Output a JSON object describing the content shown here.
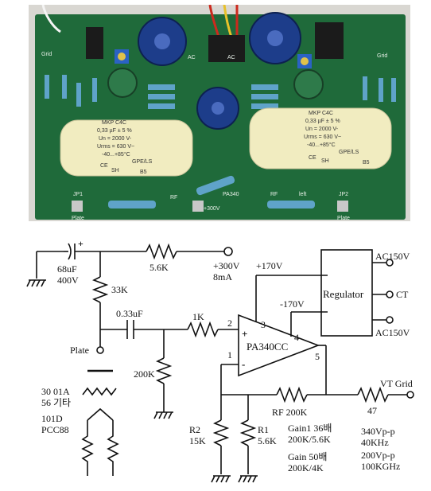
{
  "photo": {
    "silk": {
      "grid_left": "Grid",
      "grid_right": "Grid",
      "ac_left": "AC",
      "ac_right": "AC",
      "board_name": "PA340",
      "rf_left": "RF",
      "rf_right": "RF",
      "plate_left": "Plate",
      "plate_right": "Plate",
      "hv": "+300V",
      "left": "left",
      "jp1": "JP1",
      "jp2": "JP2"
    },
    "cap_left": {
      "l1": "MKP C4C",
      "l2": "0,33 µF ± 5 %",
      "l3": "Un = 2000 V-",
      "l4": "Urms = 630 V~",
      "l5": "-40...+85°C",
      "l6": "GPE/LS",
      "l7": "CE",
      "l8": "SH",
      "l9": "B5"
    },
    "cap_right": {
      "l1": "MKP C4C",
      "l2": "0,33 µF ± 5 %",
      "l3": "Un = 2000 V-",
      "l4": "Urms = 630 V~",
      "l5": "-40...+85°C",
      "l6": "GPE/LS",
      "l7": "CE",
      "l8": "SH",
      "l9": "B5"
    }
  },
  "schematic": {
    "c_decoup": "68uF",
    "c_decoup_v": "400V",
    "r_drop": "5.6K",
    "hv_supply": "+300V",
    "hv_current": "8mA",
    "r_plate": "33K",
    "c_couple": "0.33uF",
    "r_in": "1K",
    "r_grid": "200K",
    "plate_label": "Plate",
    "tube1": "30 01A",
    "tube1b": "56 기타",
    "tube2": "101D",
    "tube2b": "PCC88",
    "pos_rail": "+170V",
    "neg_rail": "-170V",
    "regulator": "Regulator",
    "ac_top": "AC150V",
    "ct": "CT",
    "ac_bot": "AC150V",
    "opamp": "PA340CC",
    "pin2": "2",
    "pin3": "3",
    "pin4": "4",
    "pin5": "5",
    "pin1": "1",
    "plus": "+",
    "minus": "-",
    "rf": "RF 200K",
    "r_out": "47",
    "vt_grid": "VT  Grid",
    "r2": "R2",
    "r2v": "15K",
    "r1": "R1",
    "r1v": "5.6K",
    "gain1": "Gain1  36배",
    "gain1v": "200K/5.6K",
    "gain2": "Gain  50배",
    "gain2v": "200K/4K",
    "spec1": "340Vp-p",
    "spec1b": "40KHz",
    "spec2": "200Vp-p",
    "spec2b": "100KGHz"
  }
}
